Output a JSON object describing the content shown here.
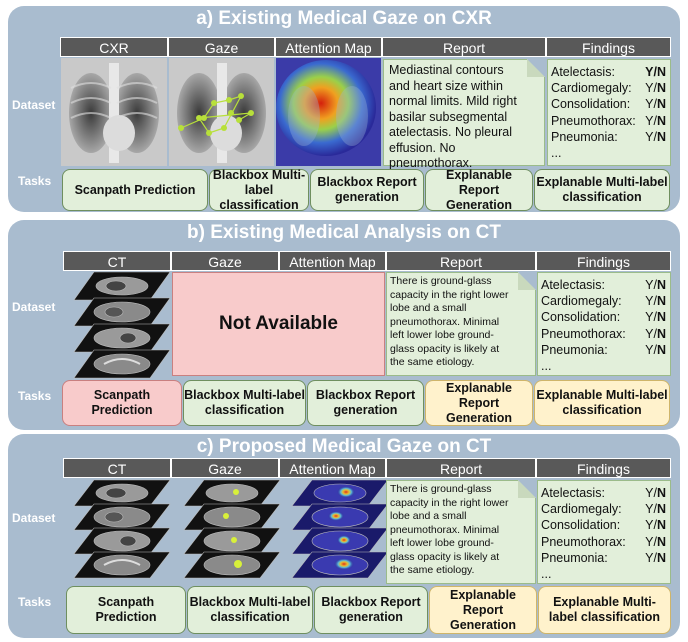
{
  "panel_a": {
    "title": "a) Existing Medical Gaze on CXR",
    "dataset_label": "Dataset",
    "tasks_label": "Tasks",
    "headers": [
      "CXR",
      "Gaze",
      "Attention Map",
      "Report",
      "Findings"
    ],
    "report": "Mediastinal contours and heart size within normal limits. Mild right basilar subsegmental atelectasis. No pleural effusion. No pneumothorax.",
    "findings": [
      {
        "name": "Atelectasis:",
        "y": "Y/",
        "n": "N"
      },
      {
        "name": "Cardiomegaly:",
        "y": "Y/",
        "n": "N"
      },
      {
        "name": "Consolidation:",
        "y": "Y/",
        "n": "N"
      },
      {
        "name": "Pneumothorax:",
        "y": "Y/",
        "n": "N"
      },
      {
        "name": "Pneumonia:",
        "y": "Y/",
        "n": "N"
      }
    ],
    "findings_more": "...",
    "tasks": [
      "Scanpath Prediction",
      "Blackbox Multi-label classification",
      "Blackbox Report generation",
      "Explanable Report Generation",
      "Explanable Multi-label classification"
    ]
  },
  "panel_b": {
    "title": "b) Existing Medical Analysis on CT",
    "dataset_label": "Dataset",
    "tasks_label": "Tasks",
    "headers": [
      "CT",
      "Gaze",
      "Attention Map",
      "Report",
      "Findings"
    ],
    "not_available": "Not Available",
    "report": "There is ground-glass capacity in the right lower lobe and a small pneumothorax. Minimal left lower lobe ground-glass opacity is likely at the same etiology.",
    "findings": [
      {
        "name": "Atelectasis:",
        "y": "Y/",
        "n": "N"
      },
      {
        "name": "Cardiomegaly:",
        "y": "Y/",
        "n": "N"
      },
      {
        "name": "Consolidation:",
        "y": "Y/",
        "n": "N"
      },
      {
        "name": "Pneumothorax:",
        "y": "Y/",
        "n": "N"
      },
      {
        "name": "Pneumonia:",
        "y": "Y/",
        "n": "N"
      }
    ],
    "findings_more": "...",
    "tasks": [
      "Scanpath Prediction",
      "Blackbox Multi-label classification",
      "Blackbox Report generation",
      "Explanable Report Generation",
      "Explanable Multi-label classification"
    ]
  },
  "panel_c": {
    "title": "c) Proposed Medical Gaze on CT",
    "dataset_label": "Dataset",
    "tasks_label": "Tasks",
    "headers": [
      "CT",
      "Gaze",
      "Attention Map",
      "Report",
      "Findings"
    ],
    "report": "There is ground-glass capacity in the right lower lobe and a small pneumothorax. Minimal left lower lobe ground-glass opacity is likely at the same etiology.",
    "findings": [
      {
        "name": "Atelectasis:",
        "y": "Y/",
        "n": "N"
      },
      {
        "name": "Cardiomegaly:",
        "y": "Y/",
        "n": "N"
      },
      {
        "name": "Consolidation:",
        "y": "Y/",
        "n": "N"
      },
      {
        "name": "Pneumothorax:",
        "y": "Y/",
        "n": "N"
      },
      {
        "name": "Pneumonia:",
        "y": "Y/",
        "n": "N"
      }
    ],
    "findings_more": "...",
    "tasks": [
      "Scanpath Prediction",
      "Blackbox Multi-label classification",
      "Blackbox Report generation",
      "Explanable Report Generation",
      "Explanable Multi-label classification"
    ]
  },
  "colors": {
    "panel": "#a9bccf",
    "header": "#595959",
    "green_box": "#e2efda",
    "red_box": "#f8cbcb",
    "yellow_box": "#fff2cc"
  }
}
